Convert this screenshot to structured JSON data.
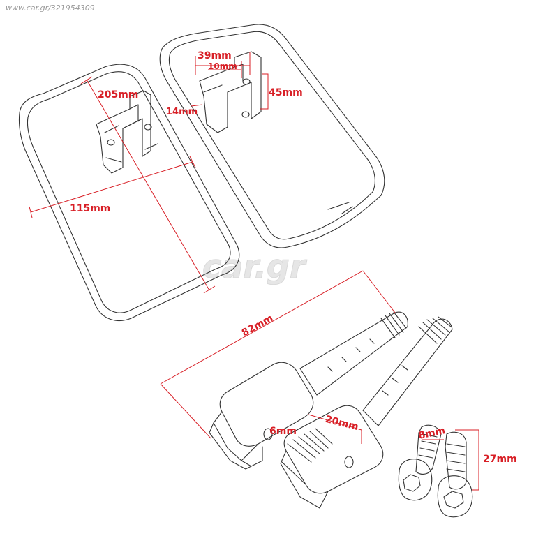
{
  "watermark": "www.car.gr/321954309",
  "background_logo": "car.gr",
  "colors": {
    "dimension": "#d81f26",
    "outline": "#333333",
    "watermark": "#9a9a9a",
    "logo": "#e6e6e6"
  },
  "dimensions": {
    "d39": "39mm",
    "d10": "10mm",
    "d45": "45mm",
    "d14": "14mm",
    "d205": "205mm",
    "d115": "115mm",
    "d82": "82mm",
    "d20": "20mm",
    "d6": "6mm",
    "d8": "8mm",
    "d27": "27mm"
  }
}
